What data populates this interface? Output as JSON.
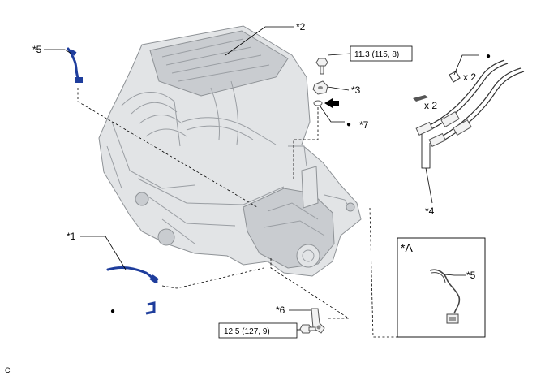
{
  "callouts": {
    "c1": "*1",
    "c2": "*2",
    "c3": "*3",
    "c4": "*4",
    "c5": "*5",
    "c6": "*6",
    "c7": "*7",
    "c5_inset": "*5"
  },
  "torque": {
    "upper": "11.3 (115, 8)",
    "lower": "12.5 (127, 9)"
  },
  "quantity": {
    "clip": "x 2",
    "pin": "x 2"
  },
  "inset": {
    "label": "*A"
  },
  "footer": {
    "code": "C"
  },
  "bullet": "●",
  "colors": {
    "harness_blue": "#1e3d9c",
    "engine_gray": "#e2e4e6",
    "outline": "#8e9296"
  }
}
